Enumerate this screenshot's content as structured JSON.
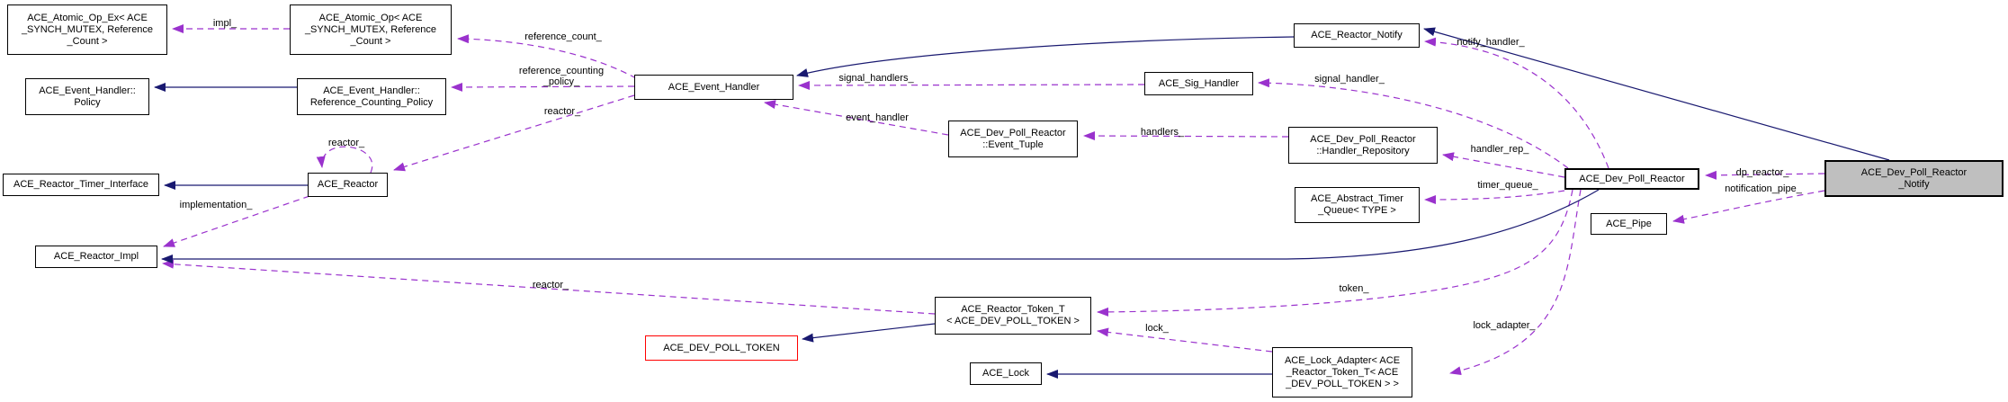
{
  "diagram": {
    "type": "collaboration-graph",
    "colors": {
      "usage_edge": "#9a32cd",
      "inheritance_edge": "#191970",
      "node_border": "#000000",
      "current_node_fill": "#bfbfbf",
      "truncated_node_border": "#ff0000",
      "background": "#ffffff"
    },
    "nodes": {
      "atomic_op_ex": {
        "label": "ACE_Atomic_Op_Ex< ACE\n_SYNCH_MUTEX, Reference\n_Count >"
      },
      "atomic_op": {
        "label": "ACE_Atomic_Op< ACE\n_SYNCH_MUTEX, Reference\n_Count >"
      },
      "eh_policy": {
        "label": "ACE_Event_Handler::\nPolicy"
      },
      "eh_ref_counting_policy": {
        "label": "ACE_Event_Handler::\nReference_Counting_Policy"
      },
      "event_handler": {
        "label": "ACE_Event_Handler"
      },
      "reactor_notify": {
        "label": "ACE_Reactor_Notify"
      },
      "sig_handler": {
        "label": "ACE_Sig_Handler"
      },
      "event_tuple": {
        "label": "ACE_Dev_Poll_Reactor\n::Event_Tuple"
      },
      "handler_repository": {
        "label": "ACE_Dev_Poll_Reactor\n::Handler_Repository"
      },
      "dev_poll_reactor": {
        "label": "ACE_Dev_Poll_Reactor"
      },
      "abstract_timer_queue": {
        "label": "ACE_Abstract_Timer\n_Queue< TYPE >"
      },
      "dev_poll_reactor_notify": {
        "label": "ACE_Dev_Poll_Reactor\n_Notify"
      },
      "pipe": {
        "label": "ACE_Pipe"
      },
      "reactor_timer_interface": {
        "label": "ACE_Reactor_Timer_Interface"
      },
      "reactor": {
        "label": "ACE_Reactor"
      },
      "reactor_impl": {
        "label": "ACE_Reactor_Impl"
      },
      "reactor_token_t": {
        "label": "ACE_Reactor_Token_T\n< ACE_DEV_POLL_TOKEN >"
      },
      "dev_poll_token": {
        "label": "ACE_DEV_POLL_TOKEN"
      },
      "lock": {
        "label": "ACE_Lock"
      },
      "lock_adapter": {
        "label": "ACE_Lock_Adapter< ACE\n_Reactor_Token_T< ACE\n_DEV_POLL_TOKEN > >"
      }
    },
    "edge_labels": {
      "impl": {
        "text": "impl_"
      },
      "reference_count": {
        "text": "reference_count_"
      },
      "reference_counting_policy": {
        "text": "reference_counting\n_policy_"
      },
      "reactor_member": {
        "text": "reactor_"
      },
      "signal_handlers": {
        "text": "signal_handlers_"
      },
      "event_handler": {
        "text": "event_handler"
      },
      "signal_handler": {
        "text": "signal_handler_"
      },
      "handlers": {
        "text": "handlers_"
      },
      "notify_handler": {
        "text": "notify_handler_"
      },
      "handler_rep": {
        "text": "handler_rep_"
      },
      "timer_queue": {
        "text": "timer_queue_"
      },
      "dp_reactor": {
        "text": "dp_reactor_"
      },
      "notification_pipe": {
        "text": "notification_pipe_"
      },
      "reactor_self": {
        "text": "reactor_"
      },
      "implementation": {
        "text": "implementation_"
      },
      "reactor_token": {
        "text": "reactor_"
      },
      "token": {
        "text": "token_"
      },
      "lock": {
        "text": "lock_"
      },
      "lock_adapter": {
        "text": "lock_adapter_"
      }
    },
    "edges": [
      {
        "from": "ACE_Atomic_Op< ACE_SYNCH_MUTEX, Reference_Count >",
        "to": "ACE_Atomic_Op_Ex< ACE_SYNCH_MUTEX, Reference_Count >",
        "label": "impl_",
        "kind": "usage"
      },
      {
        "from": "ACE_Event_Handler",
        "to": "ACE_Atomic_Op< ACE_SYNCH_MUTEX, Reference_Count >",
        "label": "reference_count_",
        "kind": "usage"
      },
      {
        "from": "ACE_Event_Handler",
        "to": "ACE_Event_Handler::Reference_Counting_Policy",
        "label": "reference_counting_policy_",
        "kind": "usage"
      },
      {
        "from": "ACE_Event_Handler",
        "to": "ACE_Reactor",
        "label": "reactor_",
        "kind": "usage"
      },
      {
        "from": "ACE_Event_Handler::Reference_Counting_Policy",
        "to": "ACE_Event_Handler::Policy",
        "label": "",
        "kind": "inheritance"
      },
      {
        "from": "ACE_Sig_Handler",
        "to": "ACE_Event_Handler",
        "label": "signal_handlers_",
        "kind": "usage"
      },
      {
        "from": "ACE_Dev_Poll_Reactor::Event_Tuple",
        "to": "ACE_Event_Handler",
        "label": "event_handler",
        "kind": "usage"
      },
      {
        "from": "ACE_Reactor_Notify",
        "to": "ACE_Event_Handler",
        "label": "",
        "kind": "inheritance"
      },
      {
        "from": "ACE_Dev_Poll_Reactor",
        "to": "ACE_Sig_Handler",
        "label": "signal_handler_",
        "kind": "usage"
      },
      {
        "from": "ACE_Dev_Poll_Reactor::Handler_Repository",
        "to": "ACE_Dev_Poll_Reactor::Event_Tuple",
        "label": "handlers_",
        "kind": "usage"
      },
      {
        "from": "ACE_Dev_Poll_Reactor",
        "to": "ACE_Reactor_Notify",
        "label": "notify_handler_",
        "kind": "usage"
      },
      {
        "from": "ACE_Dev_Poll_Reactor",
        "to": "ACE_Dev_Poll_Reactor::Handler_Repository",
        "label": "handler_rep_",
        "kind": "usage"
      },
      {
        "from": "ACE_Dev_Poll_Reactor",
        "to": "ACE_Abstract_Timer_Queue< TYPE >",
        "label": "timer_queue_",
        "kind": "usage"
      },
      {
        "from": "ACE_Dev_Poll_Reactor_Notify",
        "to": "ACE_Reactor_Notify",
        "label": "",
        "kind": "inheritance"
      },
      {
        "from": "ACE_Dev_Poll_Reactor_Notify",
        "to": "ACE_Dev_Poll_Reactor",
        "label": "dp_reactor_",
        "kind": "usage"
      },
      {
        "from": "ACE_Dev_Poll_Reactor_Notify",
        "to": "ACE_Pipe",
        "label": "notification_pipe_",
        "kind": "usage"
      },
      {
        "from": "ACE_Reactor",
        "to": "ACE_Reactor_Timer_Interface",
        "label": "",
        "kind": "inheritance"
      },
      {
        "from": "ACE_Reactor",
        "to": "ACE_Reactor",
        "label": "reactor_",
        "kind": "usage"
      },
      {
        "from": "ACE_Reactor",
        "to": "ACE_Reactor_Impl",
        "label": "implementation_",
        "kind": "usage"
      },
      {
        "from": "ACE_Dev_Poll_Reactor",
        "to": "ACE_Reactor_Impl",
        "label": "",
        "kind": "inheritance"
      },
      {
        "from": "ACE_Reactor_Token_T< ACE_DEV_POLL_TOKEN >",
        "to": "ACE_Reactor_Impl",
        "label": "reactor_",
        "kind": "usage"
      },
      {
        "from": "ACE_Dev_Poll_Reactor",
        "to": "ACE_Reactor_Token_T< ACE_DEV_POLL_TOKEN >",
        "label": "token_",
        "kind": "usage"
      },
      {
        "from": "ACE_Reactor_Token_T< ACE_DEV_POLL_TOKEN >",
        "to": "ACE_DEV_POLL_TOKEN",
        "label": "",
        "kind": "inheritance"
      },
      {
        "from": "ACE_Lock_Adapter< ACE_Reactor_Token_T< ACE_DEV_POLL_TOKEN > >",
        "to": "ACE_Reactor_Token_T< ACE_DEV_POLL_TOKEN >",
        "label": "lock_",
        "kind": "usage"
      },
      {
        "from": "ACE_Lock_Adapter< ACE_Reactor_Token_T< ACE_DEV_POLL_TOKEN > >",
        "to": "ACE_Lock",
        "label": "",
        "kind": "inheritance"
      },
      {
        "from": "ACE_Dev_Poll_Reactor",
        "to": "ACE_Lock_Adapter< ACE_Reactor_Token_T< ACE_DEV_POLL_TOKEN > >",
        "label": "lock_adapter_",
        "kind": "usage"
      }
    ]
  }
}
